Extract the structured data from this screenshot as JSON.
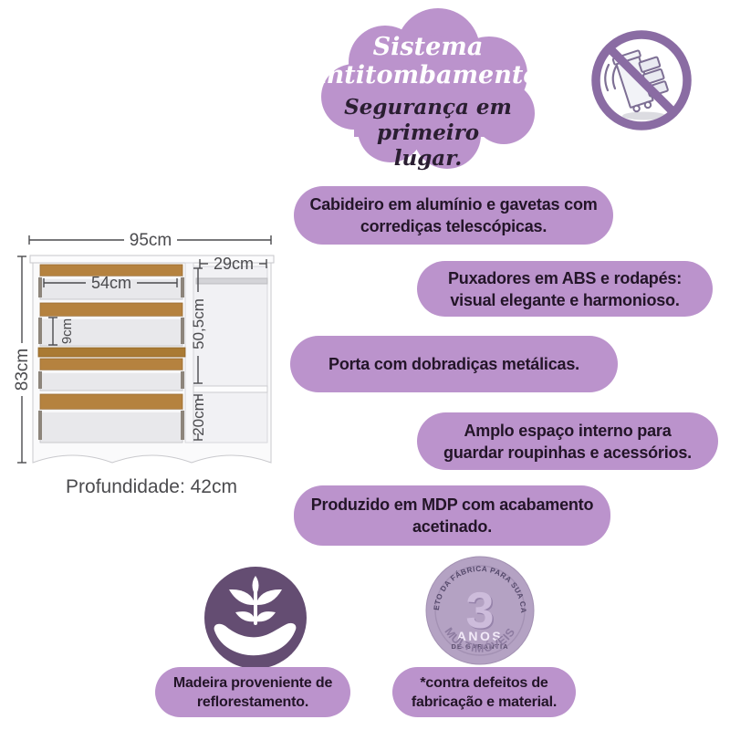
{
  "colors": {
    "purple": "#bb93cc",
    "purple_dark": "#644d72",
    "ring_purple": "#8a6ca3",
    "badge_fill": "#b4a2c3",
    "text_ink": "#231528",
    "dim_gray": "#4b4b4e",
    "wood": "#b5823f"
  },
  "cloud": {
    "line1": "Sistema",
    "line2": "Antitombamento:",
    "line3": "Segurança em primeiro",
    "line4": "lugar."
  },
  "features": [
    {
      "lines": [
        "Cabideiro em alumínio e gavetas com",
        "corrediças telescópicas."
      ]
    },
    {
      "lines": [
        "Puxadores em ABS e rodapés:",
        "visual elegante e harmonioso."
      ]
    },
    {
      "lines": [
        "Porta com dobradiças metálicas."
      ]
    },
    {
      "lines": [
        "Amplo espaço interno para",
        "guardar roupinhas e acessórios."
      ]
    },
    {
      "lines": [
        "Produzido em MDP com acabamento",
        "acetinado."
      ]
    }
  ],
  "diagram": {
    "width": "95cm",
    "height": "83cm",
    "drawer_width": "54cm",
    "drawer_front_height": "9cm",
    "right_width": "29cm",
    "right_upper_height": "50,5cm",
    "right_lower_height": "20cm",
    "depth": "Profundidade: 42cm"
  },
  "eco": {
    "lines": [
      "Madeira proveniente de",
      "reflorestamento."
    ]
  },
  "warranty": {
    "arc_top": "DIRETO DA FÁBRICA PARA SUA CASA",
    "years": "3",
    "years_label": "ANOS",
    "guarantee_label": "DE GARANTIA",
    "brand": "MULTIMÓVEIS",
    "note_lines": [
      "*contra defeitos de",
      "fabricação e material."
    ]
  }
}
